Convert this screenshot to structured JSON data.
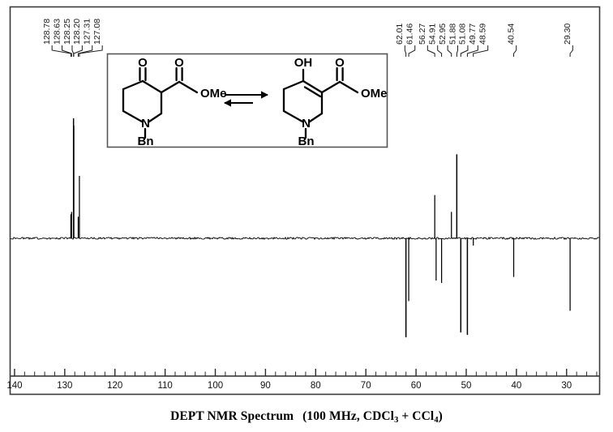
{
  "caption": {
    "title": "DEPT NMR Spectrum",
    "conditions_pre": "(100 MHz, CDCl",
    "sub1": "3",
    "conditions_mid": " + CCl",
    "sub2": "4",
    "conditions_post": ")"
  },
  "structure": {
    "keto": {
      "carbonyl_label": "O",
      "ester_carbonyl_label": "O",
      "ester_group_label": "OMe",
      "nitrogen_label": "N",
      "n_substituent_label": "Bn"
    },
    "enol": {
      "hydroxyl_label": "OH",
      "ester_carbonyl_label": "O",
      "ester_group_label": "OMe",
      "nitrogen_label": "N",
      "n_substituent_label": "Bn"
    },
    "equilibrium": {
      "forward_arrow": "forward-arrow-icon",
      "reverse_arrow": "reverse-arrow-icon"
    }
  },
  "chart_data": {
    "type": "line",
    "title": "DEPT NMR Spectrum (100 MHz, CDCl3 + CCl4)",
    "xlabel": "",
    "ylabel": "",
    "xlim": [
      140.8,
      23.5
    ],
    "axis_direction": "descending",
    "xticks_major": [
      140,
      130,
      120,
      110,
      100,
      90,
      80,
      70,
      60,
      50,
      40,
      30
    ],
    "xtick_labels": [
      "140",
      "130",
      "120",
      "110",
      "100",
      "90",
      "80",
      "70",
      "60",
      "50",
      "40",
      "30"
    ],
    "xtick_minor_step": 2,
    "grid": false,
    "legend": false,
    "baseline_ppm_range": [
      140.8,
      23.5
    ],
    "peak_labels": [
      "128.78",
      "128.63",
      "128.25",
      "128.20",
      "127.31",
      "127.08",
      "62.01",
      "61.46",
      "56.27",
      "54.91",
      "52.95",
      "51.88",
      "51.08",
      "49.77",
      "48.59",
      "40.54",
      "29.30"
    ],
    "peaks": [
      {
        "ppm": 128.78,
        "intensity": 0.2,
        "phase": "positive"
      },
      {
        "ppm": 128.63,
        "intensity": 0.22,
        "phase": "positive"
      },
      {
        "ppm": 128.25,
        "intensity": 1.0,
        "phase": "positive"
      },
      {
        "ppm": 128.2,
        "intensity": 0.94,
        "phase": "positive"
      },
      {
        "ppm": 127.31,
        "intensity": 0.18,
        "phase": "positive"
      },
      {
        "ppm": 127.08,
        "intensity": 0.52,
        "phase": "positive"
      },
      {
        "ppm": 62.01,
        "intensity": 0.82,
        "phase": "negative"
      },
      {
        "ppm": 61.46,
        "intensity": 0.52,
        "phase": "negative"
      },
      {
        "ppm": 56.27,
        "intensity": 0.36,
        "phase": "positive"
      },
      {
        "ppm": 56.0,
        "intensity": 0.35,
        "phase": "negative"
      },
      {
        "ppm": 54.91,
        "intensity": 0.37,
        "phase": "negative"
      },
      {
        "ppm": 52.95,
        "intensity": 0.22,
        "phase": "positive"
      },
      {
        "ppm": 51.88,
        "intensity": 0.7,
        "phase": "positive"
      },
      {
        "ppm": 51.08,
        "intensity": 0.78,
        "phase": "negative"
      },
      {
        "ppm": 49.77,
        "intensity": 0.8,
        "phase": "negative"
      },
      {
        "ppm": 48.59,
        "intensity": 0.06,
        "phase": "negative"
      },
      {
        "ppm": 40.54,
        "intensity": 0.32,
        "phase": "negative"
      },
      {
        "ppm": 29.3,
        "intensity": 0.6,
        "phase": "negative"
      }
    ]
  },
  "colors": {
    "trace": "#000000",
    "frame": "#3a3a3a",
    "label": "#1a1a1a",
    "inset_border": "#555555"
  }
}
